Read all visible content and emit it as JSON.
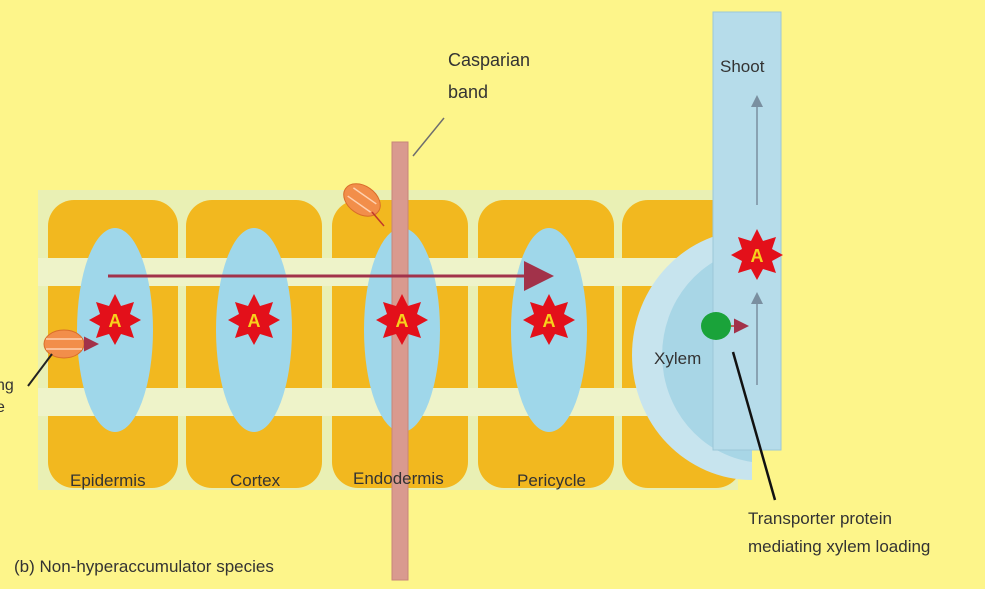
{
  "labels": {
    "casparian_line1": "Casparian",
    "casparian_line2": "band",
    "shoot": "Shoot",
    "xylem": "Xylem",
    "epidermis": "Epidermis",
    "cortex": "Cortex",
    "endodermis": "Endodermis",
    "pericycle": "Pericycle",
    "transporter_line1": "Transporter protein",
    "transporter_line2": "mediating xylem loading",
    "caption": "(b) Non-hyperaccumulator species",
    "left_cut_line1": "ng",
    "left_cut_line2": "e",
    "ion_symbol": "A"
  },
  "colors": {
    "background": "#fdf58a",
    "tissue_band": "#e9f0b4",
    "cell_wall": "#f2b81f",
    "vacuole": "#9fd7ea",
    "shoot_tube": "#b6dcea",
    "casparian_band": "#d99a8f",
    "ion_star": "#e3101a",
    "ion_letter": "#f7d21c",
    "uptake_arrow": "#a2324a",
    "transporter": "#1aa33a",
    "uptake_protein": "#f28e4a"
  }
}
